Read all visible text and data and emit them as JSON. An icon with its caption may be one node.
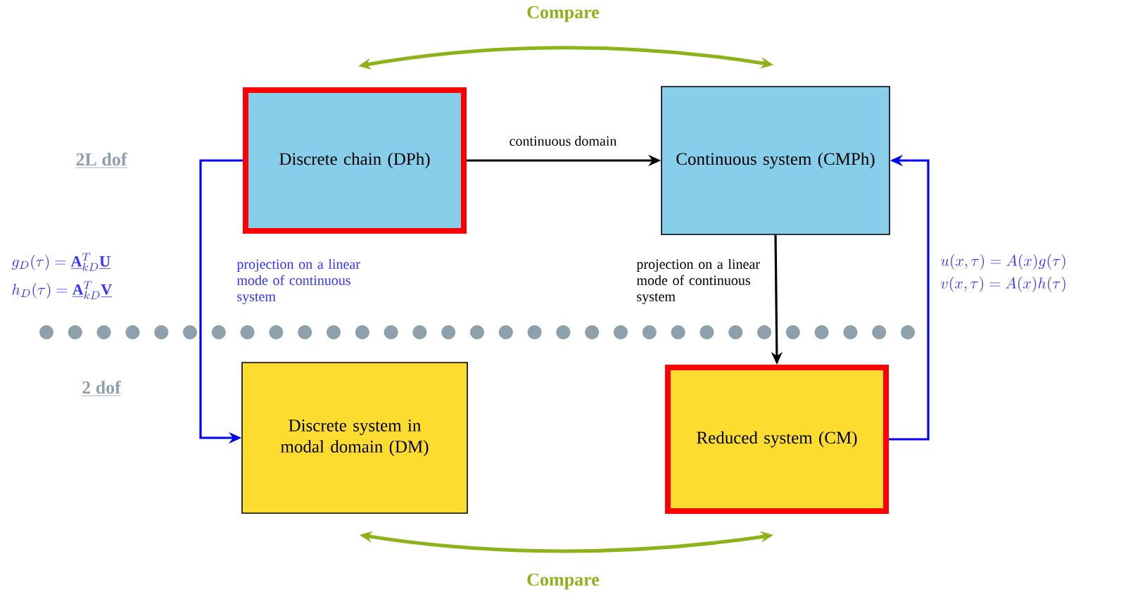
{
  "diagram": {
    "nodes": [
      {
        "text": [
          "Discrete chain (DPh)"
        ]
      },
      {
        "text": [
          "Continuous system (CMPh)"
        ]
      },
      {
        "text": [
          "Discrete system in modal domain (DM)"
        ]
      },
      {
        "text": [
          "Reduced system (CM)"
        ]
      }
    ],
    "edges": [
      {
        "from": 0,
        "to": 1,
        "arrow": "to",
        "label": "continuous domain"
      },
      {
        "from": 1,
        "to": 3,
        "arrow": "to",
        "label": "projection on a linear mode of continuous system"
      },
      {
        "from": 0,
        "to": 2,
        "arrow": "to",
        "color": "#0000ff",
        "label": "projection on a linear mode of continuous system"
      },
      {
        "from": 3,
        "to": 1,
        "arrow": "to",
        "color": "#0000ff"
      },
      {
        "from": 0,
        "to": 1,
        "arrow": "both",
        "color": "#8db21a",
        "label": "Compare"
      },
      {
        "from": 2,
        "to": 3,
        "arrow": "both",
        "color": "#8db21a",
        "label": "Compare"
      }
    ],
    "labels": [
      "2L dof",
      "g_D(\\tau) = \\underline{\\mathbf{A}}_{kD}^{T}\\underline{\\mathbf{U}}",
      "h_D(\\tau) = \\underline{\\mathbf{A}}_{kD}^{T}\\underline{\\mathbf{V}}",
      "u(x,\\tau) = A(x)g(\\tau)",
      "v(x,\\tau) = A(x)h(\\tau)",
      "2 dof"
    ]
  }
}
